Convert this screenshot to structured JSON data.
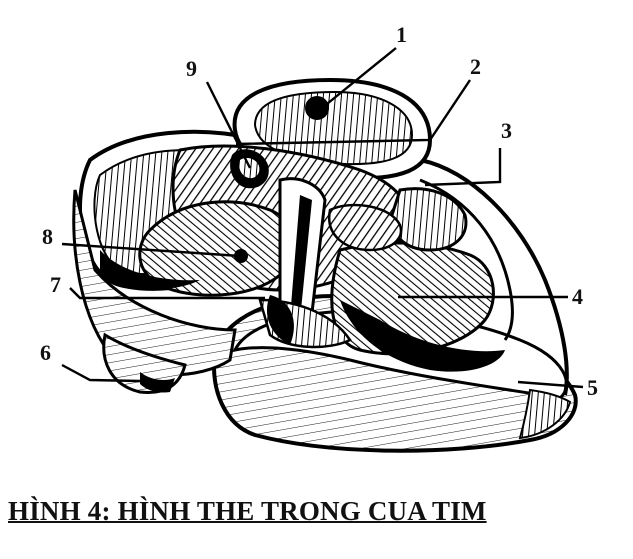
{
  "caption": "HÌNH 4: HÌNH THE TRONG CUA TIM",
  "labels": {
    "l1": "1",
    "l2": "2",
    "l3": "3",
    "l4": "4",
    "l5": "5",
    "l6": "6",
    "l7": "7",
    "l8": "8",
    "l9": "9"
  }
}
